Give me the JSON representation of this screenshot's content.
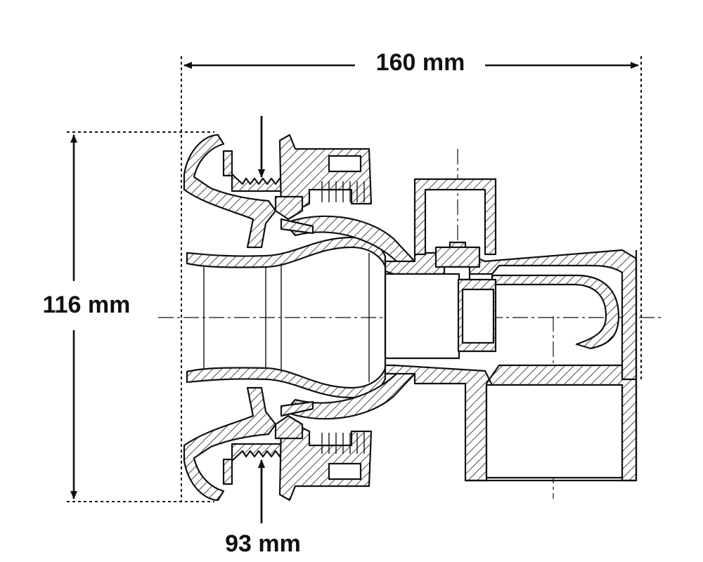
{
  "dimensions": {
    "width": "160 mm",
    "height": "116 mm",
    "thread_diameter": "93 mm"
  },
  "colors": {
    "line": "#111111",
    "background": "#ffffff"
  }
}
